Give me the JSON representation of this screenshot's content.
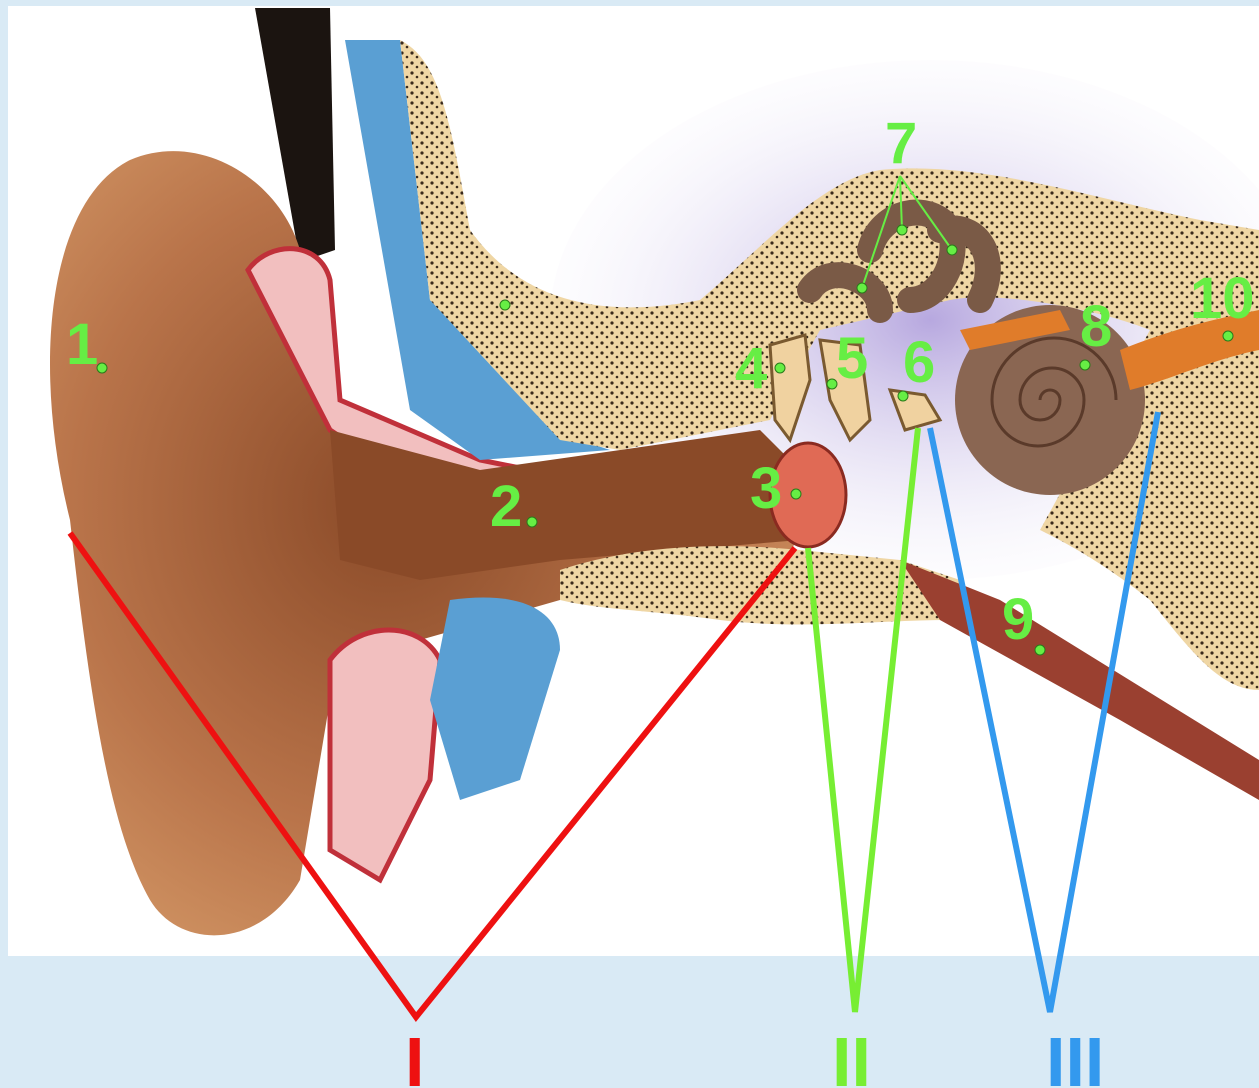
{
  "colors": {
    "label_green": "#66ee44",
    "outer_ear_red": "#ee1111",
    "middle_ear_green": "#77ee33",
    "inner_ear_blue": "#3399ee",
    "background_blue": "#d9eaf5",
    "skin": "#b9744a",
    "cartilage_pink": "#f2bfbf",
    "bone": "#efd6a4",
    "canal_blue": "#5a9fd3"
  },
  "labels": {
    "n1": "1",
    "n2": "2",
    "n3": "3",
    "n4": "4",
    "n5": "5",
    "n6": "6",
    "n7": "7",
    "n8": "8",
    "n9": "9",
    "n10": "10"
  },
  "sections": {
    "outer": "I",
    "middle": "II",
    "inner": "III"
  },
  "illustration": {
    "subject": "ear-anatomy-cross-section"
  }
}
